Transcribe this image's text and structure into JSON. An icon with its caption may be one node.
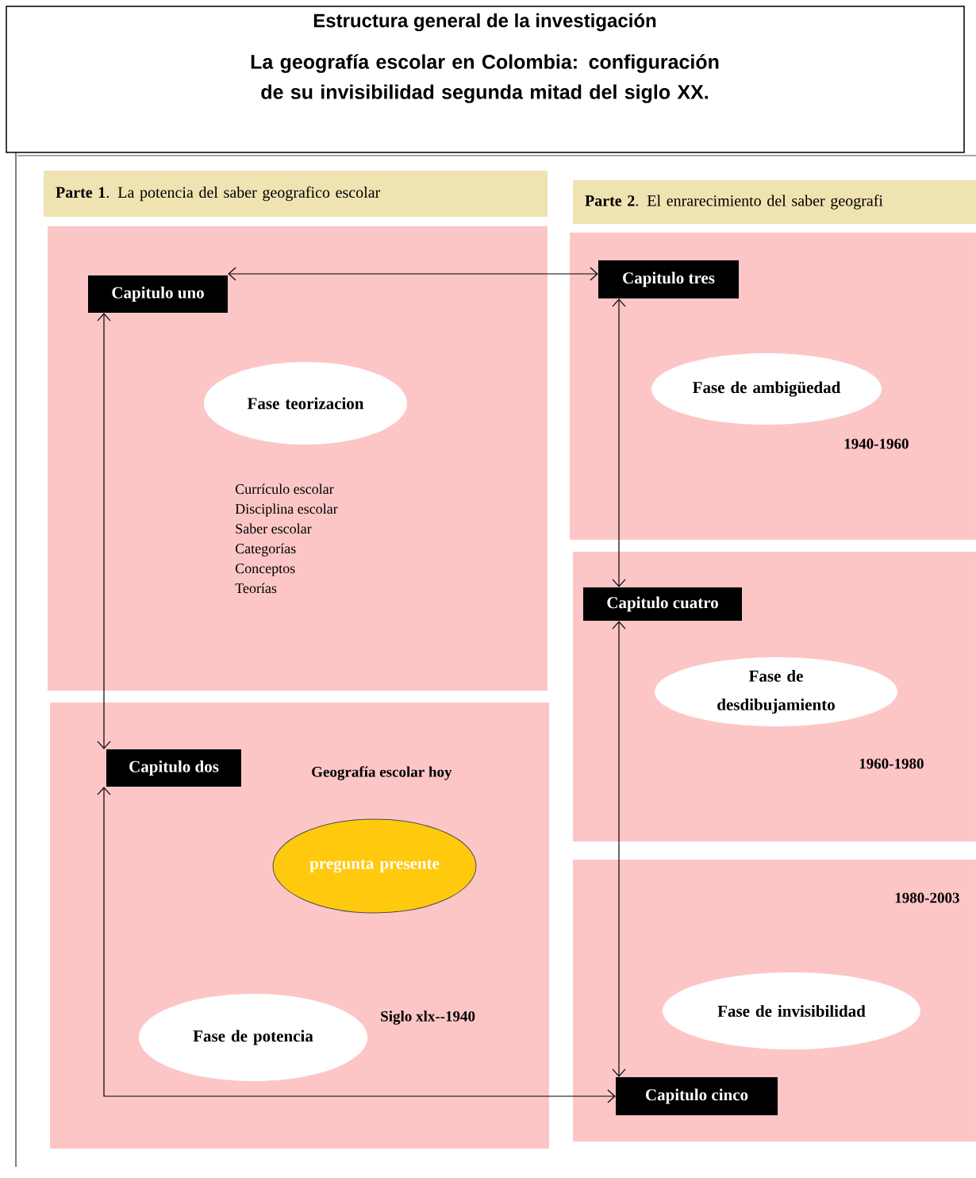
{
  "diagram": {
    "title": "Estructura general de la investigación",
    "nodes": [
      {
        "text": [
          "**Parte 1**. La potencia del saber geografico escolar"
        ]
      },
      {
        "text": [],
        "shape": "box"
      },
      {
        "text": [
          "Capitulo uno"
        ],
        "in": 1
      },
      {
        "text": [
          "Fase teorizacion"
        ],
        "in": 1
      },
      {
        "text": [],
        "shape": "box"
      },
      {
        "text": [
          "Capitulo dos"
        ],
        "in": 4
      },
      {
        "text": [
          "pregunta presente"
        ],
        "in": 4
      },
      {
        "text": [
          "Fase de potencia"
        ],
        "in": 4
      },
      {
        "text": [
          "**Parte 2**. El enrarecimiento del saber geografi"
        ]
      },
      {
        "text": [],
        "shape": "box"
      },
      {
        "text": [
          "Capitulo tres"
        ],
        "in": 9
      },
      {
        "text": [
          "Fase de ambigüedad"
        ],
        "in": 9
      },
      {
        "text": [],
        "shape": "box"
      },
      {
        "text": [
          "Capitulo cuatro"
        ],
        "in": 12
      },
      {
        "text": [
          "Fase de desdibujamiento"
        ],
        "in": 12
      },
      {
        "text": [],
        "shape": "box"
      },
      {
        "text": [
          "Fase de invisibilidad"
        ],
        "in": 15
      },
      {
        "text": [
          "Capitulo cinco"
        ],
        "in": 15
      }
    ],
    "edges": [
      {
        "from": 2,
        "to": 10,
        "arrow": "both"
      },
      {
        "from": 2,
        "to": 5,
        "arrow": "both"
      },
      {
        "from": 10,
        "to": 13,
        "arrow": "both"
      },
      {
        "from": 13,
        "to": 17,
        "arrow": "both"
      },
      {
        "from": 5,
        "to": 17,
        "arrow": "both"
      }
    ],
    "labels": [
      "La geografía escolar en Colombia: configuración de su invisibilidad segunda mitad del siglo XX.",
      "Currículo  escolar",
      "Disciplina  escolar",
      "Saber escolar",
      "Categorías",
      "Conceptos",
      "Teorías",
      "1940-1960",
      "1960-1980",
      "Geografía escolar hoy",
      "1980-2003",
      "Siglo xlx--1940"
    ]
  }
}
